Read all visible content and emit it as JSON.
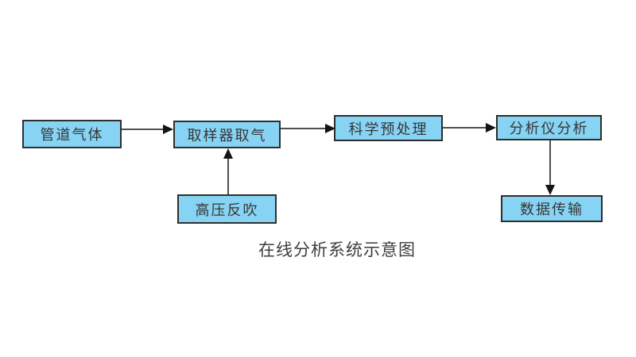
{
  "diagram": {
    "caption": "在线分析系统示意图",
    "nodes": {
      "pipeline_gas": "管道气体",
      "sampler": "取样器取气",
      "pretreatment": "科学预处理",
      "analyzer": "分析仪分析",
      "data_transmission": "数据传输",
      "high_pressure_blowback": "高压反吹"
    },
    "edges": [
      {
        "from": "管道气体",
        "to": "取样器取气",
        "direction": "right"
      },
      {
        "from": "取样器取气",
        "to": "科学预处理",
        "direction": "right"
      },
      {
        "from": "科学预处理",
        "to": "分析仪分析",
        "direction": "right"
      },
      {
        "from": "分析仪分析",
        "to": "数据传输",
        "direction": "down"
      },
      {
        "from": "高压反吹",
        "to": "取样器取气",
        "direction": "up"
      }
    ],
    "colors": {
      "node_fill": "#87d3f3",
      "node_border": "#2e2e2e",
      "connector": "#4f4f4f",
      "arrowhead": "#141414",
      "text": "#363636",
      "background": "#ffffff"
    }
  }
}
